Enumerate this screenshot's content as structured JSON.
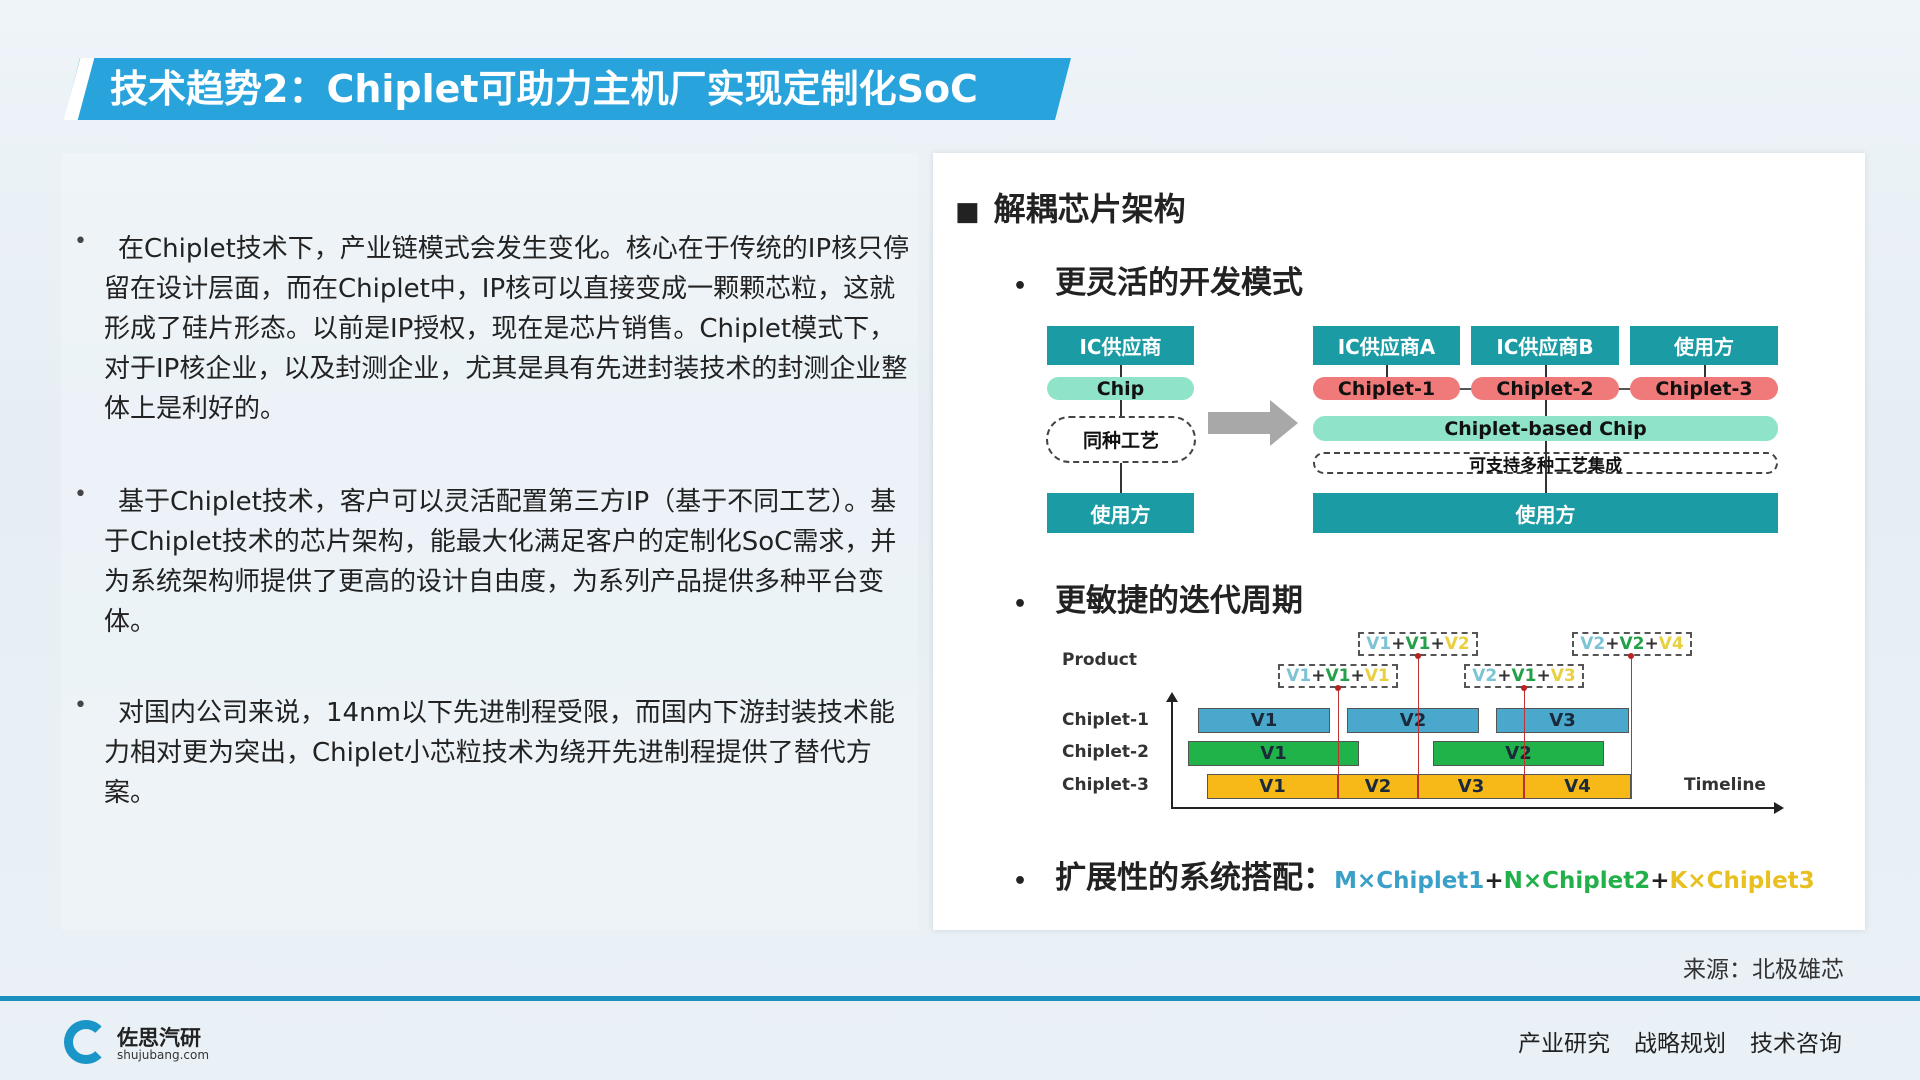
{
  "title": "技术趋势2：Chiplet可助力主机厂实现定制化SoC",
  "left": {
    "paragraphs": [
      "在Chiplet技术下，产业链模式会发生变化。核心在于传统的IP核只停留在设计层面，而在Chiplet中，IP核可以直接变成一颗颗芯粒，这就形成了硅片形态。以前是IP授权，现在是芯片销售。Chiplet模式下，对于IP核企业，以及封测企业，尤其是具有先进封装技术的封测企业整体上是利好的。",
      "基于Chiplet技术，客户可以灵活配置第三方IP（基于不同工艺）。基于Chiplet技术的芯片架构，能最大化满足客户的定制化SoC需求，并为系统架构师提供了更高的设计自由度，为系列产品提供多种平台变体。",
      "对国内公司来说，14nm以下先进制程受限，而国内下游封装技术能力相对更为突出，Chiplet小芯粒技术为绕开先进制程提供了替代方案。"
    ],
    "bullet": "•"
  },
  "right": {
    "heading": "解耦芯片架构",
    "heading_marker": "■",
    "bullet": "•",
    "sections": [
      "更灵活的开发模式",
      "更敏捷的迭代周期",
      "扩展性的系统搭配："
    ],
    "flow": {
      "left": {
        "supplier": "IC供应商",
        "chip": "Chip",
        "process": "同种工艺",
        "user": "使用方"
      },
      "right": {
        "suppliers": [
          "IC供应商A",
          "IC供应商B",
          "使用方"
        ],
        "chiplets": [
          "Chiplet-1",
          "Chiplet-2",
          "Chiplet-3"
        ],
        "chip": "Chiplet-based Chip",
        "process": "可支持多种工艺集成",
        "user": "使用方"
      }
    },
    "gantt": {
      "product_label": "Product",
      "timeline_label": "Timeline",
      "rows": [
        "Chiplet-1",
        "Chiplet-2",
        "Chiplet-3"
      ],
      "chiplet1": [
        "V1",
        "V2",
        "V3"
      ],
      "chiplet2": [
        "V1",
        "V2"
      ],
      "chiplet3": [
        "V1",
        "V2",
        "V3",
        "V4"
      ],
      "products": [
        [
          "V1",
          "+",
          "V1",
          "+",
          "V1"
        ],
        [
          "V1",
          "+",
          "V1",
          "+",
          "V2"
        ],
        [
          "V2",
          "+",
          "V1",
          "+",
          "V3"
        ],
        [
          "V2",
          "+",
          "V2",
          "+",
          "V4"
        ]
      ]
    },
    "formula": {
      "m": "M×Chiplet1",
      "plus": "+",
      "n": "N×Chiplet2",
      "k": "K×Chiplet3"
    }
  },
  "source": "来源：北极雄芯",
  "footer": {
    "logo_name": "佐思汽研",
    "logo_url": "shujubang.com",
    "links": [
      "产业研究",
      "战略规划",
      "技术咨询"
    ]
  },
  "colors": {
    "banner": "#29a3dc",
    "teal": "#1b9ba3",
    "chiplet1": "#4aa8cc",
    "chiplet2": "#1fb34a",
    "chiplet3": "#f7b917"
  }
}
